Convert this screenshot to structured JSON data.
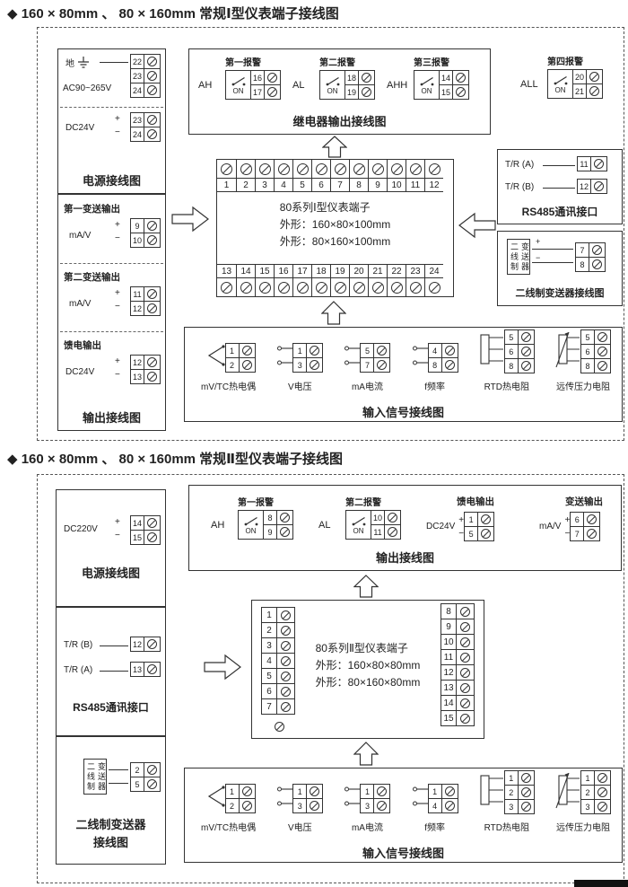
{
  "page": {
    "title1": "◆ 160 × 80mm 、 80 × 160mm 常规Ⅰ型仪表端子接线图",
    "title2": "◆ 160 × 80mm 、 80 × 160mm 常规Ⅱ型仪表端子接线图"
  },
  "marks": {
    "plus": "+",
    "minus": "−"
  },
  "s1": {
    "power": {
      "ground_label": "地",
      "ac_label": "AC90~265V",
      "ac_terminals": [
        "22",
        "23",
        "24"
      ],
      "dc_label": "DC24V",
      "dc_terminals": [
        "23",
        "24"
      ],
      "caption": "电源接线图"
    },
    "output": {
      "caption": "输出接线图",
      "groups": [
        {
          "title": "第一变送输出",
          "label": "mA/V",
          "terminals": [
            "9",
            "10"
          ]
        },
        {
          "title": "第二变送输出",
          "label": "mA/V",
          "terminals": [
            "11",
            "12"
          ]
        },
        {
          "title": "馈电输出",
          "label": "DC24V",
          "terminals": [
            "12",
            "13"
          ]
        }
      ]
    },
    "relay": {
      "caption": "继电器输出接线图",
      "alarms": [
        {
          "code": "AH",
          "title": "第一报警",
          "sw": "ON",
          "terminals": [
            "16",
            "17"
          ]
        },
        {
          "code": "AL",
          "title": "第二报警",
          "sw": "ON",
          "terminals": [
            "18",
            "19"
          ]
        },
        {
          "code": "AHH",
          "title": "第三报警",
          "sw": "ON",
          "terminals": [
            "14",
            "15"
          ]
        }
      ],
      "alarm4": {
        "code": "ALL",
        "title": "第四报警",
        "sw": "ON",
        "terminals": [
          "20",
          "21"
        ]
      }
    },
    "block": {
      "top_numbers": [
        "1",
        "2",
        "3",
        "4",
        "5",
        "6",
        "7",
        "8",
        "9",
        "10",
        "11",
        "12"
      ],
      "bottom_numbers": [
        "13",
        "14",
        "15",
        "16",
        "17",
        "18",
        "19",
        "20",
        "21",
        "22",
        "23",
        "24"
      ],
      "line1": "80系列Ⅰ型仪表端子",
      "line2": "外形：160×80×100mm",
      "line3": "外形：80×160×100mm"
    },
    "rs485": {
      "caption": "RS485通讯接口",
      "rows": [
        {
          "label": "T/R (A)",
          "terminals": [
            "11"
          ]
        },
        {
          "label": "T/R (B)",
          "terminals": [
            "12"
          ]
        }
      ]
    },
    "twowire": {
      "device": "二线制变送器",
      "terminals": [
        "7",
        "8"
      ],
      "caption": "二线制变送器接线图"
    },
    "input": {
      "caption": "输入信号接线图",
      "groups": [
        {
          "label": "mV/TC热电偶",
          "sym": "tc",
          "terminals": [
            "1",
            "2"
          ]
        },
        {
          "label": "V电压",
          "sym": "v",
          "terminals": [
            "1",
            "3"
          ]
        },
        {
          "label": "mA电流",
          "sym": "ma",
          "terminals": [
            "5",
            "7"
          ]
        },
        {
          "label": "f频率",
          "sym": "f",
          "terminals": [
            "4",
            "8"
          ]
        },
        {
          "label": "RTD热电阻",
          "sym": "rtd",
          "terminals": [
            "5",
            "6",
            "8"
          ]
        },
        {
          "label": "远传压力电阻",
          "sym": "res",
          "terminals": [
            "5",
            "6",
            "8"
          ]
        }
      ]
    }
  },
  "s2": {
    "power": {
      "label": "DC220V",
      "terminals": [
        "14",
        "15"
      ],
      "caption": "电源接线图"
    },
    "rs485": {
      "caption": "RS485通讯接口",
      "rows": [
        {
          "label": "T/R (B)",
          "terminals": [
            "12"
          ]
        },
        {
          "label": "T/R (A)",
          "terminals": [
            "13"
          ]
        }
      ]
    },
    "twowire": {
      "device": "二线制变送器",
      "terminals": [
        "2",
        "5"
      ],
      "caption1": "二线制变送器",
      "caption2": "接线图"
    },
    "outbox": {
      "caption": "输出接线图",
      "alarms": [
        {
          "code": "AH",
          "title": "第一报警",
          "sw": "ON",
          "terminals": [
            "8",
            "9"
          ]
        },
        {
          "code": "AL",
          "title": "第二报警",
          "sw": "ON",
          "terminals": [
            "10",
            "11"
          ]
        }
      ],
      "groups": [
        {
          "title": "馈电输出",
          "label": "DC24V",
          "terminals": [
            "1",
            "5"
          ]
        },
        {
          "title": "变送输出",
          "label": "mA/V",
          "terminals": [
            "6",
            "7"
          ]
        }
      ]
    },
    "block": {
      "left_numbers": [
        "1",
        "2",
        "3",
        "4",
        "5",
        "6",
        "7"
      ],
      "right_numbers": [
        "8",
        "9",
        "10",
        "11",
        "12",
        "13",
        "14",
        "15"
      ],
      "line1": "80系列Ⅱ型仪表端子",
      "line2": "外形：160×80×80mm",
      "line3": "外形：80×160×80mm"
    },
    "input": {
      "caption": "输入信号接线图",
      "groups": [
        {
          "label": "mV/TC热电偶",
          "sym": "tc",
          "terminals": [
            "1",
            "2"
          ]
        },
        {
          "label": "V电压",
          "sym": "v",
          "terminals": [
            "1",
            "3"
          ]
        },
        {
          "label": "mA电流",
          "sym": "ma",
          "terminals": [
            "1",
            "3"
          ]
        },
        {
          "label": "f频率",
          "sym": "f",
          "terminals": [
            "1",
            "4"
          ]
        },
        {
          "label": "RTD热电阻",
          "sym": "rtd",
          "terminals": [
            "1",
            "2",
            "3"
          ]
        },
        {
          "label": "远传压力电阻",
          "sym": "res",
          "terminals": [
            "1",
            "2",
            "3"
          ]
        }
      ]
    }
  }
}
